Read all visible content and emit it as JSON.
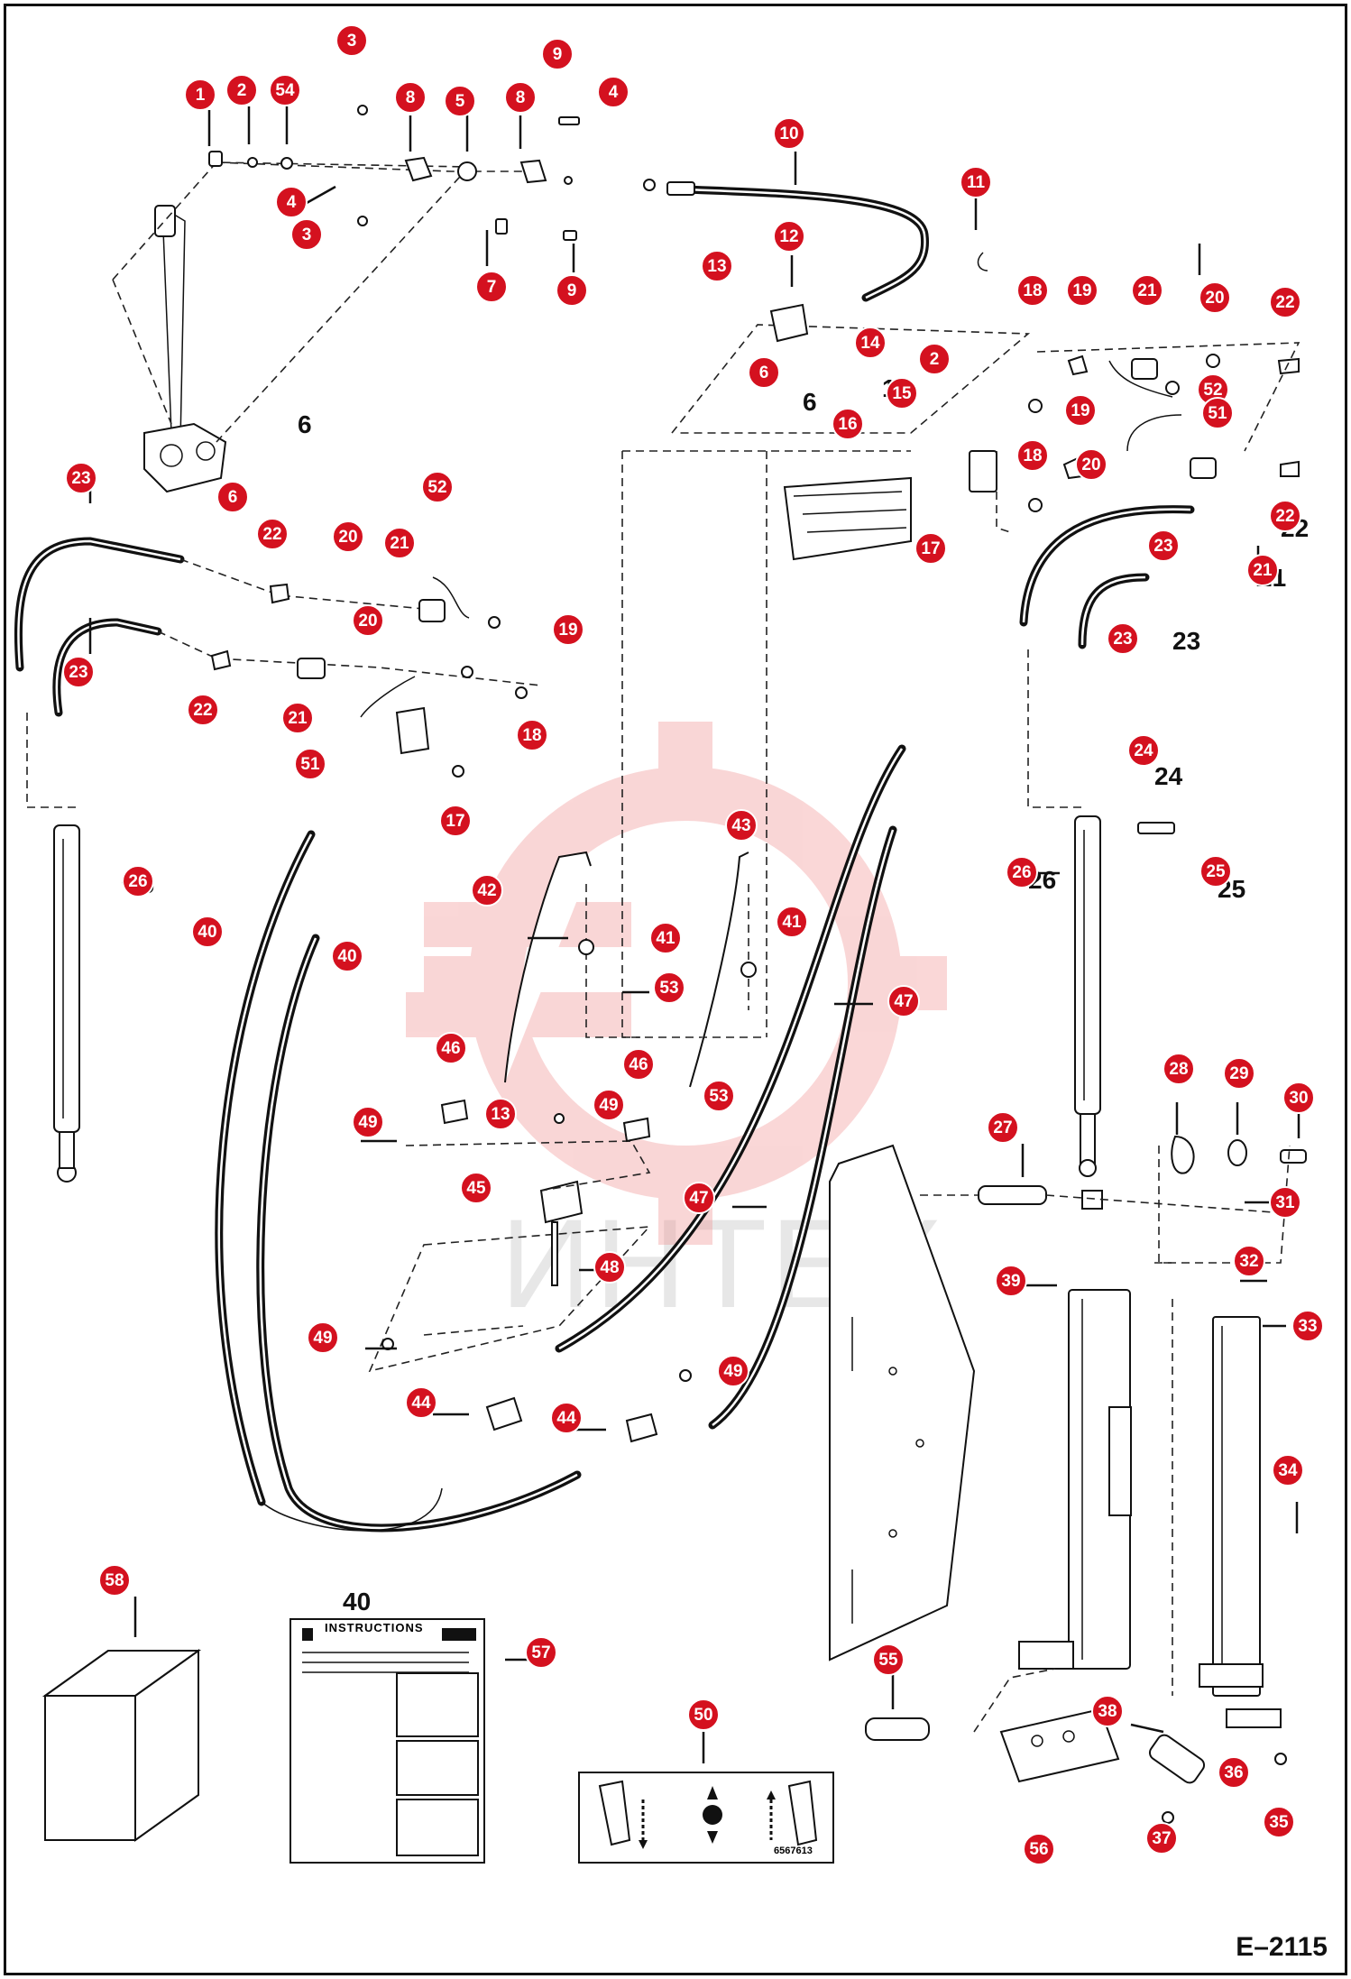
{
  "document": {
    "code": "E–2115",
    "watermark_text": "ИНТЕХ"
  },
  "instructions_card": {
    "heading": "INSTRUCTIONS"
  },
  "decal": {
    "number": "6567613"
  },
  "callout_labels": [
    "1",
    "2",
    "3",
    "4",
    "5",
    "6",
    "7",
    "8",
    "9",
    "10",
    "11",
    "12",
    "13",
    "14",
    "15",
    "16",
    "17",
    "18",
    "19",
    "20",
    "21",
    "22",
    "23",
    "24",
    "25",
    "26",
    "27",
    "28",
    "29",
    "30",
    "31",
    "32",
    "33",
    "34",
    "35",
    "36",
    "37",
    "38",
    "39",
    "40",
    "41",
    "42",
    "43",
    "44",
    "45",
    "46",
    "47",
    "48",
    "49",
    "50",
    "51",
    "52",
    "53",
    "54",
    "55",
    "56",
    "57",
    "58"
  ],
  "colors": {
    "callout_fill": "#d4111f",
    "watermark": "#f3b7b7",
    "ink": "#111111"
  }
}
